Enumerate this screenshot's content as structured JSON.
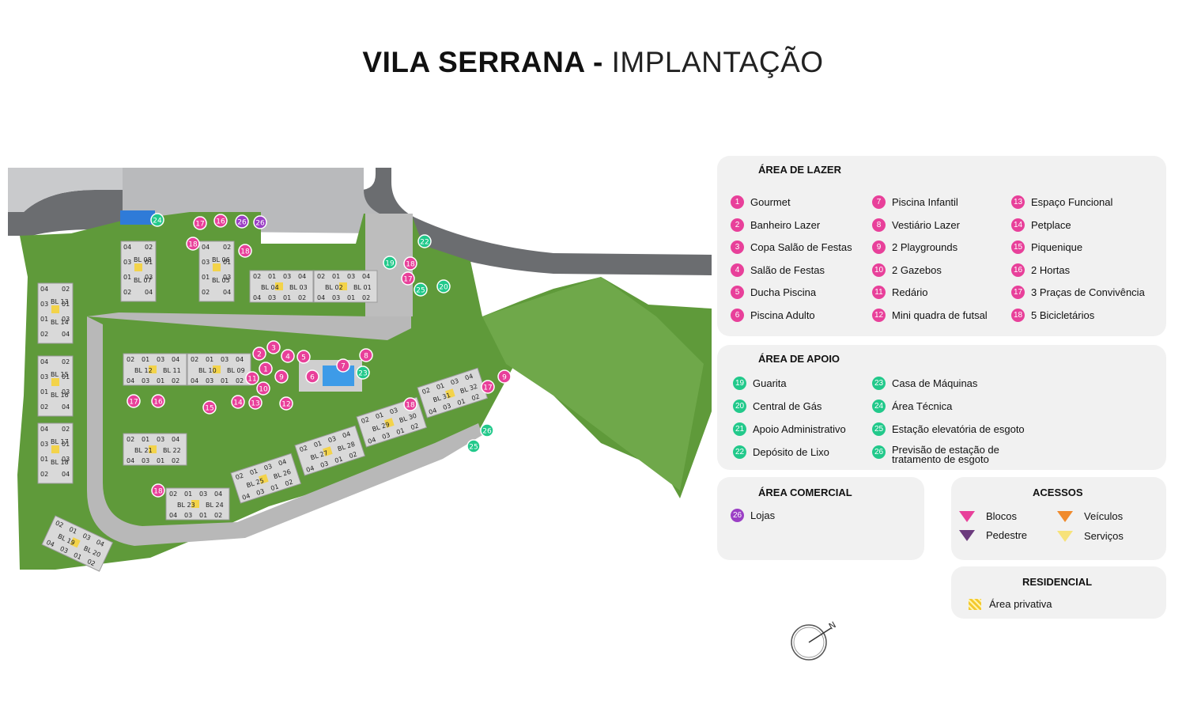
{
  "title": {
    "bold": "VILA SERRANA",
    "sep": " - ",
    "light": "IMPLANTAÇÃO"
  },
  "colors": {
    "lazer": "#e8409a",
    "apoio": "#22c98b",
    "comercial": "#9b3fc5",
    "grass": "#5f9a3a",
    "road": "#6b6d70"
  },
  "lazer": {
    "title": "ÁREA DE LAZER",
    "items": [
      {
        "n": "1",
        "label": "Gourmet"
      },
      {
        "n": "2",
        "label": "Banheiro Lazer"
      },
      {
        "n": "3",
        "label": "Copa Salão de Festas"
      },
      {
        "n": "4",
        "label": "Salão de Festas"
      },
      {
        "n": "5",
        "label": "Ducha Piscina"
      },
      {
        "n": "6",
        "label": "Piscina Adulto"
      },
      {
        "n": "7",
        "label": "Piscina Infantil"
      },
      {
        "n": "8",
        "label": "Vestiário Lazer"
      },
      {
        "n": "9",
        "label": "2 Playgrounds"
      },
      {
        "n": "10",
        "label": "2 Gazebos"
      },
      {
        "n": "11",
        "label": "Redário"
      },
      {
        "n": "12",
        "label": "Mini quadra de futsal"
      },
      {
        "n": "13",
        "label": "Espaço Funcional"
      },
      {
        "n": "14",
        "label": "Petplace"
      },
      {
        "n": "15",
        "label": "Piquenique"
      },
      {
        "n": "16",
        "label": "2 Hortas"
      },
      {
        "n": "17",
        "label": "3 Praças de Convivência"
      },
      {
        "n": "18",
        "label": "5 Bicicletários"
      }
    ]
  },
  "apoio": {
    "title": "ÁREA DE APOIO",
    "items": [
      {
        "n": "19",
        "label": "Guarita"
      },
      {
        "n": "20",
        "label": "Central de Gás"
      },
      {
        "n": "21",
        "label": "Apoio Administrativo"
      },
      {
        "n": "22",
        "label": "Depósito de Lixo"
      },
      {
        "n": "23",
        "label": "Casa de Máquinas"
      },
      {
        "n": "24",
        "label": "Área Técnica"
      },
      {
        "n": "25",
        "label": "Estação elevatória de esgoto"
      },
      {
        "n": "26",
        "label": "Previsão de estação de tratamento de esgoto"
      }
    ]
  },
  "comercial": {
    "title": "ÁREA COMERCIAL",
    "items": [
      {
        "n": "26",
        "label": "Lojas"
      }
    ]
  },
  "acessos": {
    "title": "ACESSOS",
    "items": [
      {
        "label": "Blocos",
        "color": "#e8409a"
      },
      {
        "label": "Pedestre",
        "color": "#6b3a7d"
      },
      {
        "label": "Veículos",
        "color": "#f08a2c"
      },
      {
        "label": "Serviços",
        "color": "#f7e27a"
      }
    ]
  },
  "residencial": {
    "title": "RESIDENCIAL",
    "items": [
      {
        "label": "Área privativa"
      }
    ]
  },
  "map": {
    "blocks": [
      {
        "bl": "BL 08",
        "bl2": "BL 07",
        "units": [
          "04",
          "02",
          "03",
          "01",
          "01",
          "03",
          "02",
          "04"
        ]
      },
      {
        "bl": "BL 06",
        "bl2": "BL 05",
        "units": [
          "04",
          "02",
          "03",
          "01",
          "01",
          "03",
          "02",
          "04"
        ]
      },
      {
        "bl": "BL 04",
        "bl2": "BL 03",
        "units": [
          "02",
          "01",
          "03",
          "04",
          "04",
          "03",
          "01",
          "02"
        ]
      },
      {
        "bl": "BL 02",
        "bl2": "BL 01",
        "units": [
          "02",
          "01",
          "03",
          "04",
          "04",
          "03",
          "01",
          "02"
        ]
      },
      {
        "bl": "BL 13",
        "bl2": "BL 14",
        "units": [
          "04",
          "02",
          "03",
          "01",
          "01",
          "03",
          "02",
          "04"
        ]
      },
      {
        "bl": "BL 15",
        "bl2": "BL 16",
        "units": [
          "04",
          "02",
          "03",
          "01",
          "01",
          "03",
          "02",
          "04"
        ]
      },
      {
        "bl": "BL 17",
        "bl2": "BL 18",
        "units": [
          "04",
          "02",
          "03",
          "01",
          "01",
          "03",
          "02",
          "04"
        ]
      },
      {
        "bl": "BL 12",
        "bl2": "BL 11",
        "units": [
          "02",
          "01",
          "03",
          "04",
          "04",
          "03",
          "01",
          "02"
        ]
      },
      {
        "bl": "BL 10",
        "bl2": "BL 09",
        "units": [
          "02",
          "01",
          "03",
          "04",
          "04",
          "03",
          "01",
          "02"
        ]
      },
      {
        "bl": "BL 21",
        "bl2": "BL 22",
        "units": [
          "02",
          "01",
          "03",
          "04",
          "04",
          "03",
          "01",
          "02"
        ]
      },
      {
        "bl": "BL 23",
        "bl2": "BL 24",
        "units": [
          "02",
          "01",
          "03",
          "04",
          "04",
          "03",
          "01",
          "02"
        ]
      },
      {
        "bl": "BL 25",
        "bl2": "BL 26",
        "units": [
          "02",
          "01",
          "03",
          "04",
          "04",
          "03",
          "01",
          "02"
        ]
      },
      {
        "bl": "BL 27",
        "bl2": "BL 28",
        "units": [
          "02",
          "01",
          "03",
          "04",
          "04",
          "03",
          "01",
          "02"
        ]
      },
      {
        "bl": "BL 29",
        "bl2": "BL 30",
        "units": [
          "02",
          "01",
          "03",
          "04",
          "04",
          "03",
          "01",
          "02"
        ]
      },
      {
        "bl": "BL 31",
        "bl2": "BL 32",
        "units": [
          "02",
          "01",
          "03",
          "04",
          "04",
          "03",
          "01",
          "02"
        ]
      },
      {
        "bl": "BL 19",
        "bl2": "BL 20",
        "units": [
          "02",
          "01",
          "03",
          "04",
          "04",
          "03",
          "01",
          "02"
        ]
      }
    ],
    "markers": [
      {
        "n": "24",
        "kind": "green"
      },
      {
        "n": "17",
        "kind": "pink"
      },
      {
        "n": "16",
        "kind": "pink"
      },
      {
        "n": "26",
        "kind": "purple"
      },
      {
        "n": "26",
        "kind": "purple"
      },
      {
        "n": "18",
        "kind": "pink"
      },
      {
        "n": "18",
        "kind": "pink"
      },
      {
        "n": "22",
        "kind": "green"
      },
      {
        "n": "19",
        "kind": "green"
      },
      {
        "n": "18",
        "kind": "pink"
      },
      {
        "n": "17",
        "kind": "pink"
      },
      {
        "n": "25",
        "kind": "green"
      },
      {
        "n": "20",
        "kind": "green"
      },
      {
        "n": "2",
        "kind": "pink"
      },
      {
        "n": "3",
        "kind": "pink"
      },
      {
        "n": "4",
        "kind": "pink"
      },
      {
        "n": "5",
        "kind": "pink"
      },
      {
        "n": "8",
        "kind": "pink"
      },
      {
        "n": "1",
        "kind": "pink"
      },
      {
        "n": "7",
        "kind": "pink"
      },
      {
        "n": "9",
        "kind": "pink"
      },
      {
        "n": "6",
        "kind": "pink"
      },
      {
        "n": "23",
        "kind": "green"
      },
      {
        "n": "11",
        "kind": "pink"
      },
      {
        "n": "10",
        "kind": "pink"
      },
      {
        "n": "17",
        "kind": "pink"
      },
      {
        "n": "16",
        "kind": "pink"
      },
      {
        "n": "15",
        "kind": "pink"
      },
      {
        "n": "14",
        "kind": "pink"
      },
      {
        "n": "13",
        "kind": "pink"
      },
      {
        "n": "12",
        "kind": "pink"
      },
      {
        "n": "18",
        "kind": "pink"
      },
      {
        "n": "9",
        "kind": "pink"
      },
      {
        "n": "17",
        "kind": "pink"
      },
      {
        "n": "26",
        "kind": "green"
      },
      {
        "n": "25",
        "kind": "green"
      },
      {
        "n": "18",
        "kind": "pink"
      }
    ]
  }
}
